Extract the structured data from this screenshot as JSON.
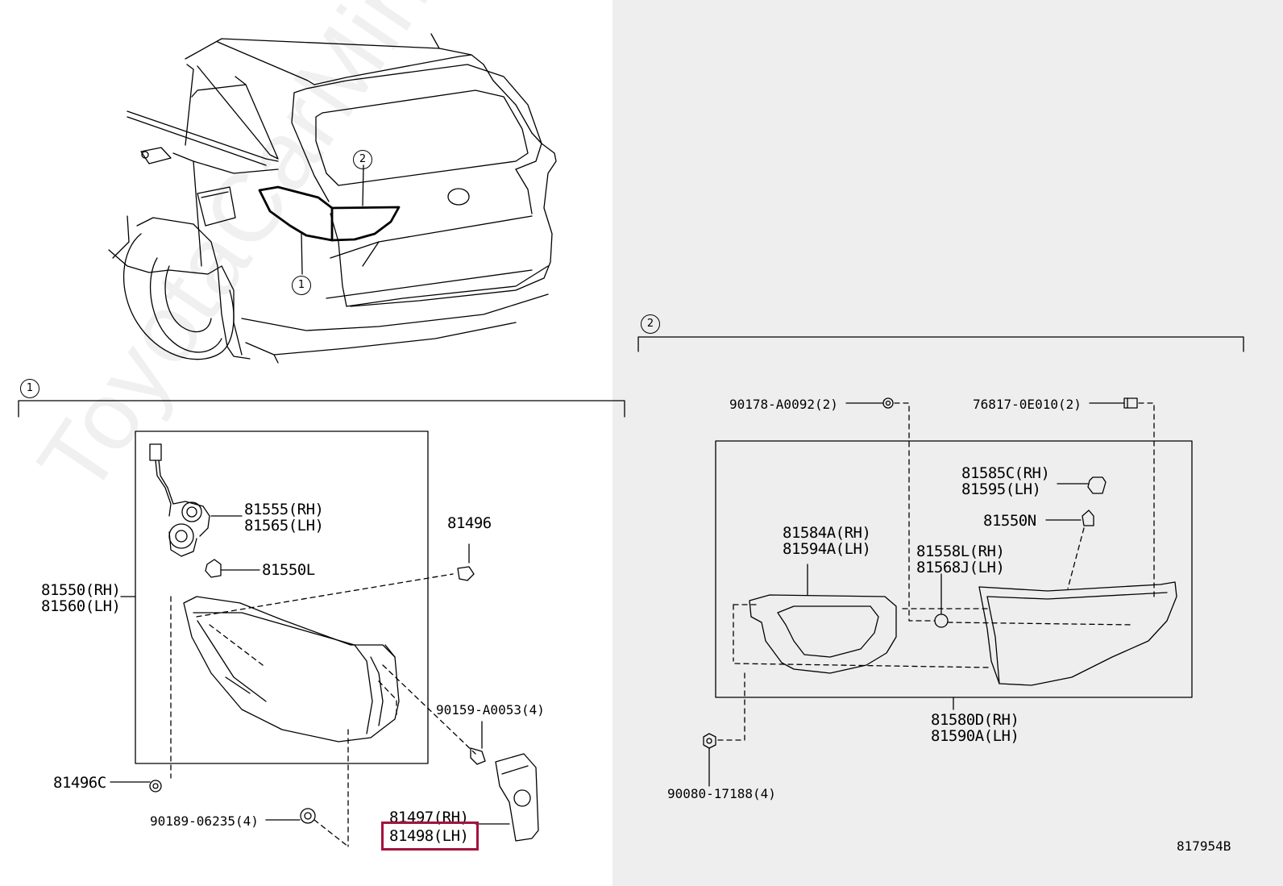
{
  "diagram": {
    "figure_code": "817954B",
    "watermark": "ToyotaCarMine.ru",
    "callouts": {
      "one": "1",
      "two": "2"
    },
    "parts_left": {
      "socket_rh": "81555(RH)",
      "socket_lh": "81565(LH)",
      "bulb": "81550L",
      "clip": "81496",
      "lamp_rh": "81550(RH)",
      "lamp_lh": "81560(LH)",
      "nut": "90159-A0053(4)",
      "clip_c": "81496C",
      "washer": "90189-06235(4)",
      "cover_rh": "81497(RH)",
      "cover_lh": "81498(LH)"
    },
    "parts_right": {
      "screw1": "90178-A0092(2)",
      "screw2": "76817-0E010(2)",
      "socket2_rh": "81585C(RH)",
      "socket2_lh": "81595(LH)",
      "bulb2": "81550N",
      "gasket_rh": "81584A(RH)",
      "gasket_lh": "81594A(LH)",
      "cushion_rh": "81558L(RH)",
      "cushion_lh": "81568J(LH)",
      "lamp2_rh": "81580D(RH)",
      "lamp2_lh": "81590A(LH)",
      "nut2": "90080-17188(4)"
    }
  }
}
